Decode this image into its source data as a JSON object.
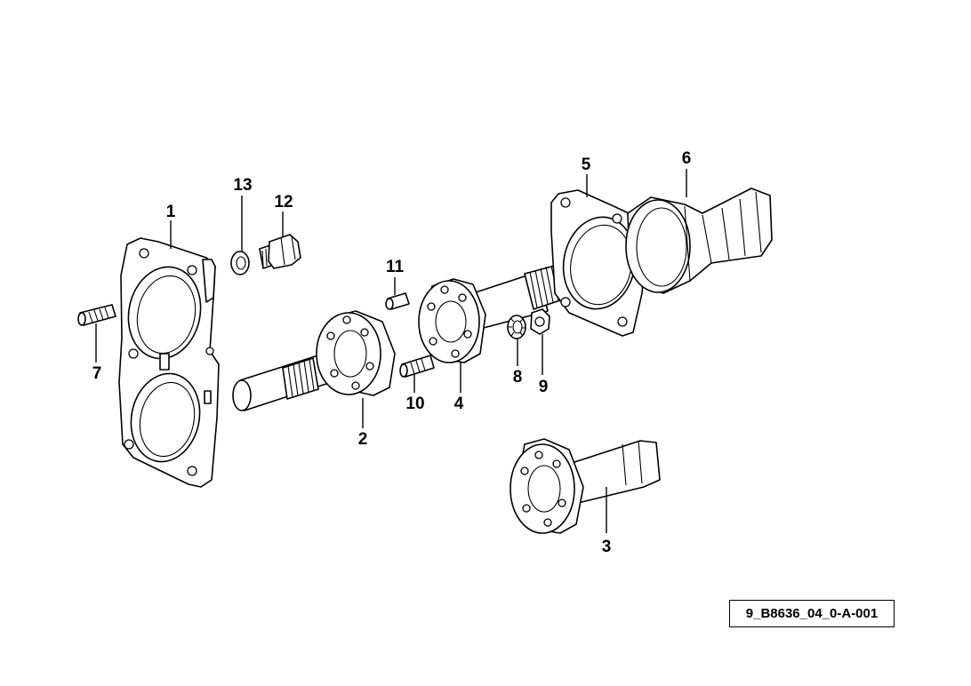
{
  "diagram": {
    "callouts": {
      "c1": "1",
      "c2": "2",
      "c3": "3",
      "c4": "4",
      "c5": "5",
      "c6": "6",
      "c7": "7",
      "c8": "8",
      "c9": "9",
      "c10": "10",
      "c11": "11",
      "c12": "12",
      "c13": "13"
    },
    "drawing_id": "9_B8636_04_0-A-001"
  }
}
